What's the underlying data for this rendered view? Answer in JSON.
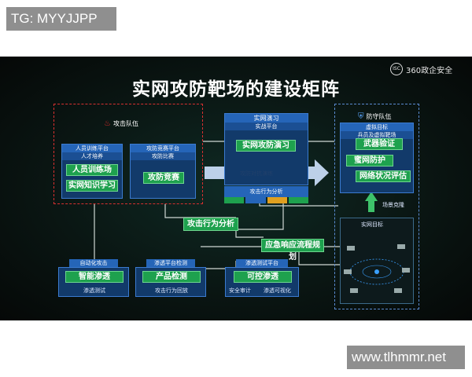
{
  "watermarks": {
    "top_left": "TG: MYYJJPP",
    "bottom_right": "www.tlhmmr.net"
  },
  "slide": {
    "title": "实网攻防靶场的建设矩阵",
    "brand": {
      "logo": "ISC",
      "name": "360政企安全"
    },
    "attack_team": {
      "label": "攻击队伍",
      "training_platform": {
        "title": "人员训练平台",
        "subtitle": "人才培养",
        "items": [
          "人员训练场",
          "实网知识学习"
        ]
      },
      "competition_platform": {
        "title": "攻防竞赛平台",
        "subtitle": "攻防比赛",
        "items": [
          "攻防竞赛"
        ]
      }
    },
    "exercise": {
      "title": "实网演习",
      "subtitle": "实战平台",
      "item": "实网攻防演习",
      "arrow_label": "攻防对抗演练",
      "footer": "攻击行为分析"
    },
    "defense_team": {
      "label": "防守队伍",
      "subtitle": "虚拟目标",
      "subtitle2": "兵员及虚拟靶场",
      "items": [
        "武器验证",
        "蜜网防护",
        "网络状况评估"
      ],
      "scene_label": "场景克隆",
      "target_label": "实网目标"
    },
    "center": {
      "analysis": "攻击行为分析",
      "emergency": "应急响应流程规划"
    },
    "bottom": [
      {
        "header": "自动化攻击",
        "item": "智能渗透",
        "footer": "渗透测试"
      },
      {
        "header": "渗透平台检测",
        "item": "产品检测",
        "footer": "攻击行为回放"
      },
      {
        "header": "渗透测试平台",
        "item": "可控渗透",
        "footer": [
          "安全审计",
          "渗透可视化"
        ]
      }
    ]
  }
}
